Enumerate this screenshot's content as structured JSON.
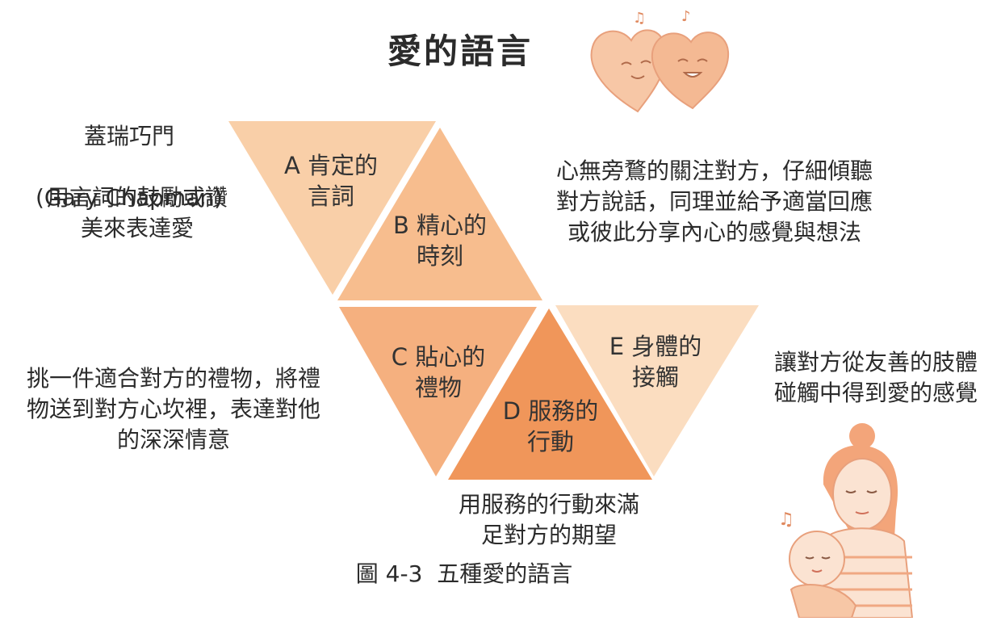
{
  "title": "愛的語言",
  "author": {
    "name_zh": "蓋瑞巧門",
    "name_en": "(Gary Chapman)"
  },
  "triangles": [
    {
      "id": "A",
      "label": "A 肯定的\n言詞",
      "color": "#f9cfa8"
    },
    {
      "id": "B",
      "label": "B 精心的\n時刻",
      "color": "#f7bd8e"
    },
    {
      "id": "C",
      "label": "C 貼心的\n禮物",
      "color": "#f5b07f"
    },
    {
      "id": "D",
      "label": "D 服務的\n行動",
      "color": "#f0965a"
    },
    {
      "id": "E",
      "label": "E 身體的\n接觸",
      "color": "#fbddc0"
    }
  ],
  "descriptions": {
    "A": "用言詞的鼓勵或讚\n美來表達愛",
    "B": "心無旁鶩的關注對方，仔細傾聽\n對方說話，同理並給予適當回應\n或彼此分享內心的感覺與想法",
    "C": "挑一件適合對方的禮物，將禮\n物送到對方心坎裡，表達對他\n的深深情意",
    "D": "用服務的行動來滿\n足對方的期望",
    "E": "讓對方從友善的肢體\n碰觸中得到愛的感覺"
  },
  "caption": "圖 4-3  五種愛的語言"
}
